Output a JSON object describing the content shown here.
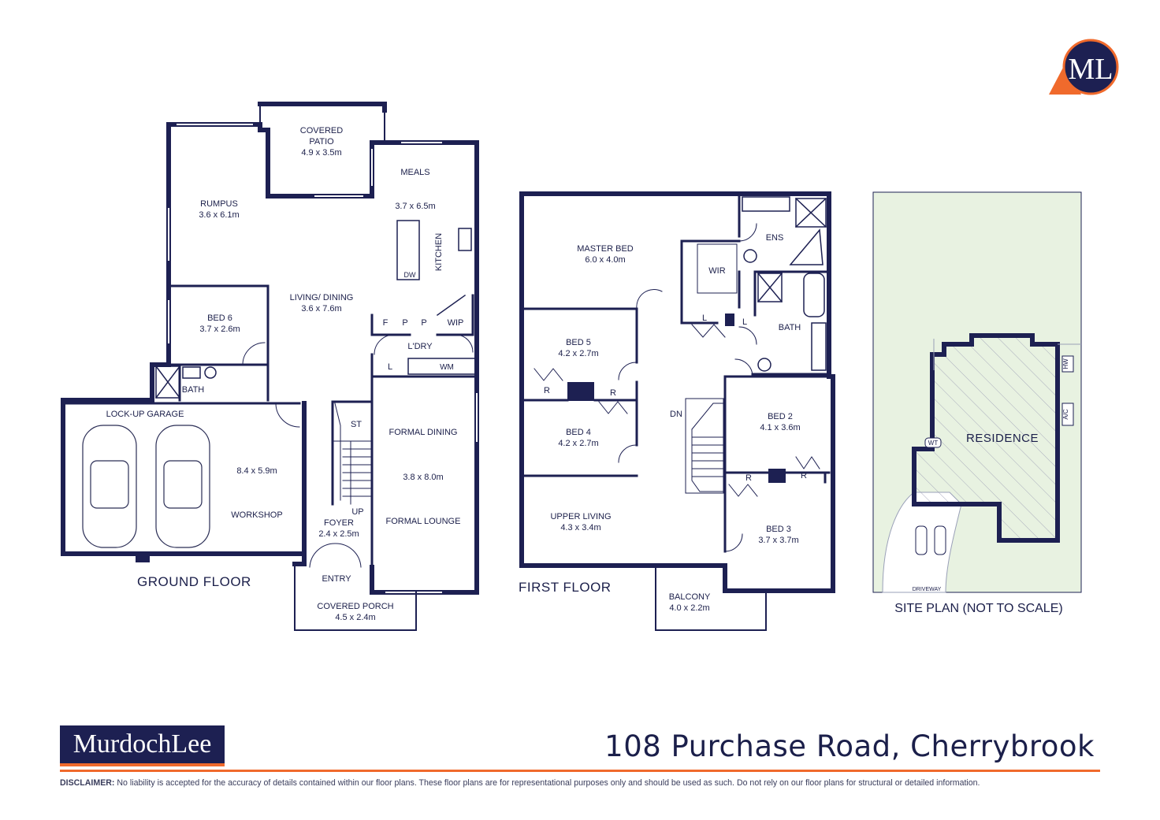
{
  "brand": {
    "logo_monogram": "ML",
    "logo_name": "MurdochLee",
    "colors": {
      "navy": "#1d2052",
      "orange": "#f06a2c",
      "site_green": "#e8f2e1"
    }
  },
  "address": "108 Purchase Road, Cherrybrook",
  "disclaimer": {
    "label": "DISCLAIMER:",
    "text": " No liability is accepted for the accuracy of details contained within our floor plans. These floor plans are for representational purposes only and should be used as such. Do not rely on our floor plans for structural or detailed information."
  },
  "ground_floor": {
    "title": "GROUND FLOOR",
    "rooms": {
      "covered_patio": [
        "COVERED",
        "PATIO",
        "4.9 x 3.5m"
      ],
      "meals": [
        "MEALS",
        "3.7 x 6.5m"
      ],
      "rumpus": [
        "RUMPUS",
        "3.6 x 6.1m"
      ],
      "kitchen": "KITCHEN",
      "dw": "DW",
      "living_dining": [
        "LIVING/ DINING",
        "3.6 x 7.6m"
      ],
      "bed6": [
        "BED 6",
        "3.7 x 2.6m"
      ],
      "bath": "BATH",
      "f": "F",
      "p1": "P",
      "p2": "P",
      "wip": "WIP",
      "laundry": "L'DRY",
      "l": "L",
      "wm": "WM",
      "garage": "LOCK-UP GARAGE",
      "garage_dim": "8.4 x 5.9m",
      "workshop": "WORKSHOP",
      "st": "ST",
      "up": "UP",
      "formal_dining": "FORMAL DINING",
      "formal_dim": "3.8 x 8.0m",
      "formal_lounge": "FORMAL LOUNGE",
      "foyer": [
        "FOYER",
        "2.4 x 2.5m"
      ],
      "entry": "ENTRY",
      "covered_porch": [
        "COVERED PORCH",
        "4.5 x 2.4m"
      ]
    }
  },
  "first_floor": {
    "title": "FIRST FLOOR",
    "rooms": {
      "master_bed": [
        "MASTER BED",
        "6.0 x 4.0m"
      ],
      "ens": "ENS",
      "wir": "WIR",
      "bed5": [
        "BED 5",
        "4.2 x 2.7m"
      ],
      "bed4": [
        "BED 4",
        "4.2 x 2.7m"
      ],
      "l1": "L",
      "l2": "L",
      "bath": "BATH",
      "r1": "R",
      "r2": "R",
      "r3": "R",
      "r4": "R",
      "dn": "DN",
      "bed2": [
        "BED 2",
        "4.1 x 3.6m"
      ],
      "bed3": [
        "BED 3",
        "3.7 x 3.7m"
      ],
      "upper_living": [
        "UPPER LIVING",
        "4.3 x 3.4m"
      ],
      "balcony": [
        "BALCONY",
        "4.0 x 2.2m"
      ]
    }
  },
  "site_plan": {
    "title": "SITE PLAN (NOT TO SCALE)",
    "residence": "RESIDENCE",
    "hw": "HW",
    "ac": "A/C",
    "wt": "WT",
    "driveway": "DRIVEWAY"
  }
}
